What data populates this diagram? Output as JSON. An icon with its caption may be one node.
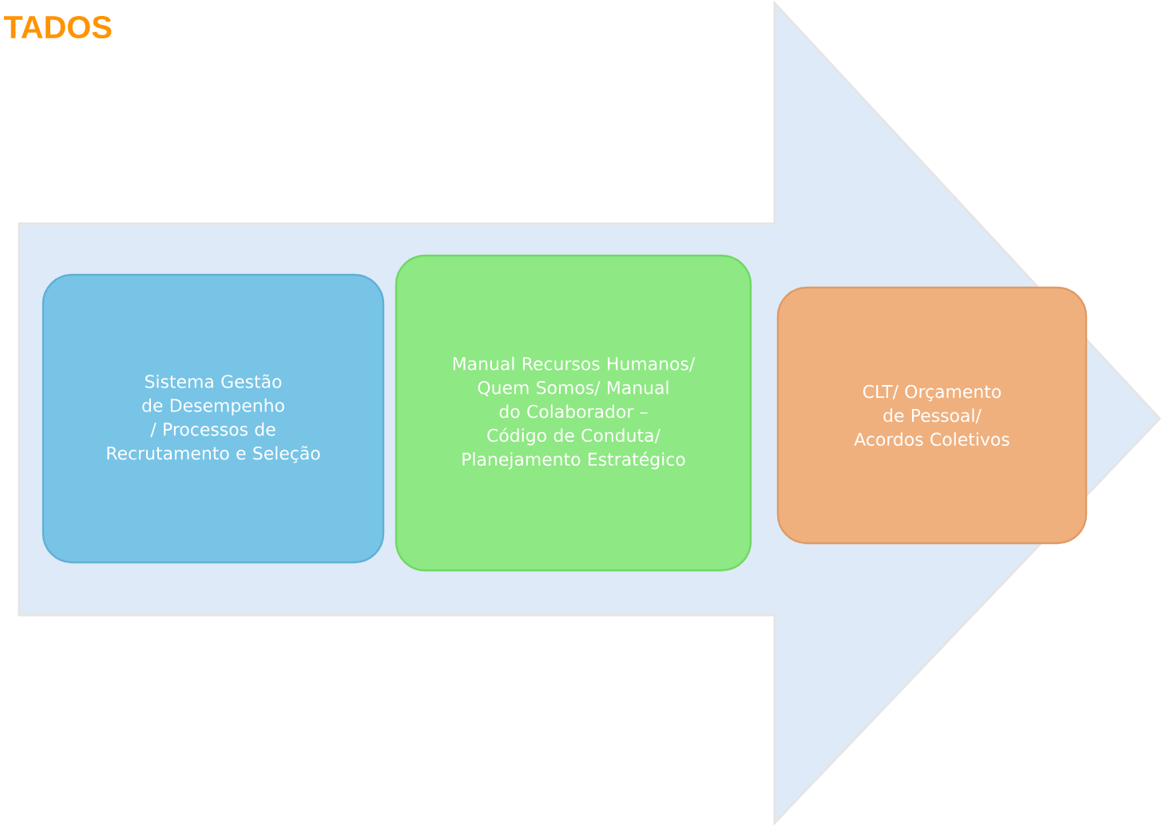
{
  "diagram": {
    "title": "TADOS",
    "nodes": [
      {
        "text": [
          "Sistema Gestão de Desempenho / Processos de Recrutamento e Seleção"
        ]
      },
      {
        "text": [
          "Manual Recursos Humanos/ Quem Somos/ Manual do Colaborador – Código de Conduta/ Planejamento Estratégico"
        ]
      },
      {
        "text": [
          "CLT/ Orçamento de Pessoal/ Acordos Coletivos"
        ]
      }
    ]
  }
}
